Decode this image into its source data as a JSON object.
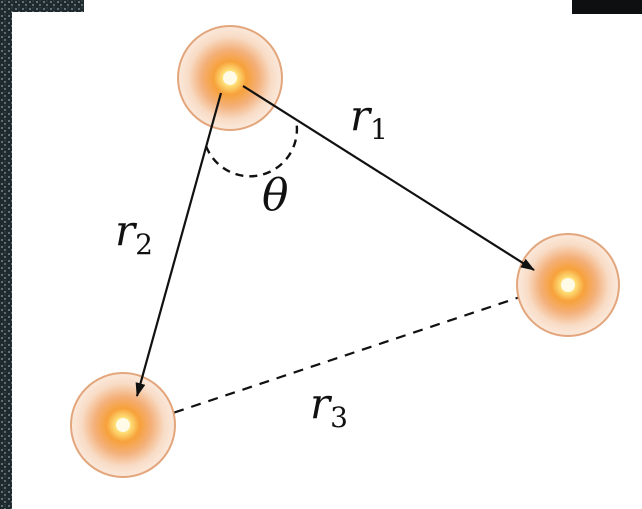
{
  "labels": {
    "r1": {
      "symbol": "r",
      "subscript": "1"
    },
    "r2": {
      "symbol": "r",
      "subscript": "2"
    },
    "r3": {
      "symbol": "r",
      "subscript": "3"
    },
    "theta": "θ"
  },
  "colors": {
    "background": "#ffffff",
    "border_texture": "#1e2a2e",
    "border_speckle": "#8fa3a6",
    "ink": "#111111",
    "particle_core": "#fffbe6",
    "particle_glow": "#f27a2a",
    "particle_halo": "#f6d2b6",
    "particle_rim": "#e3a67c"
  },
  "icons": {
    "particle": "glowing-particle-icon",
    "arrow": "arrowhead-icon"
  }
}
